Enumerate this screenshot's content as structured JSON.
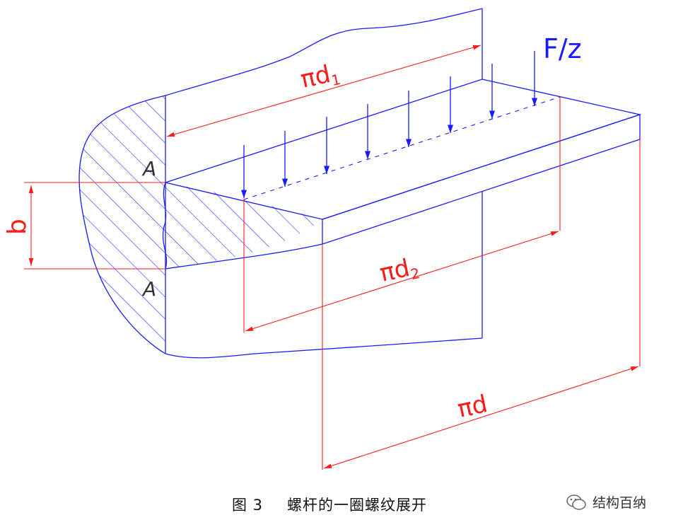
{
  "labels": {
    "pi_d1": "πd",
    "pi_d1_sub": "1",
    "pi_d2": "πd",
    "pi_d2_sub": "2",
    "pi_d": "πd",
    "b": "b",
    "force": "F/z",
    "section_top": "A",
    "section_bottom": "A"
  },
  "caption": {
    "figure_number": "图 3",
    "title": "螺杆的一圈螺纹展开"
  },
  "watermark": {
    "text": "结构百纳"
  },
  "colors": {
    "outline": "#1a1aff",
    "dimension": "#ff1a1a",
    "hatch": "#1a1aff"
  }
}
